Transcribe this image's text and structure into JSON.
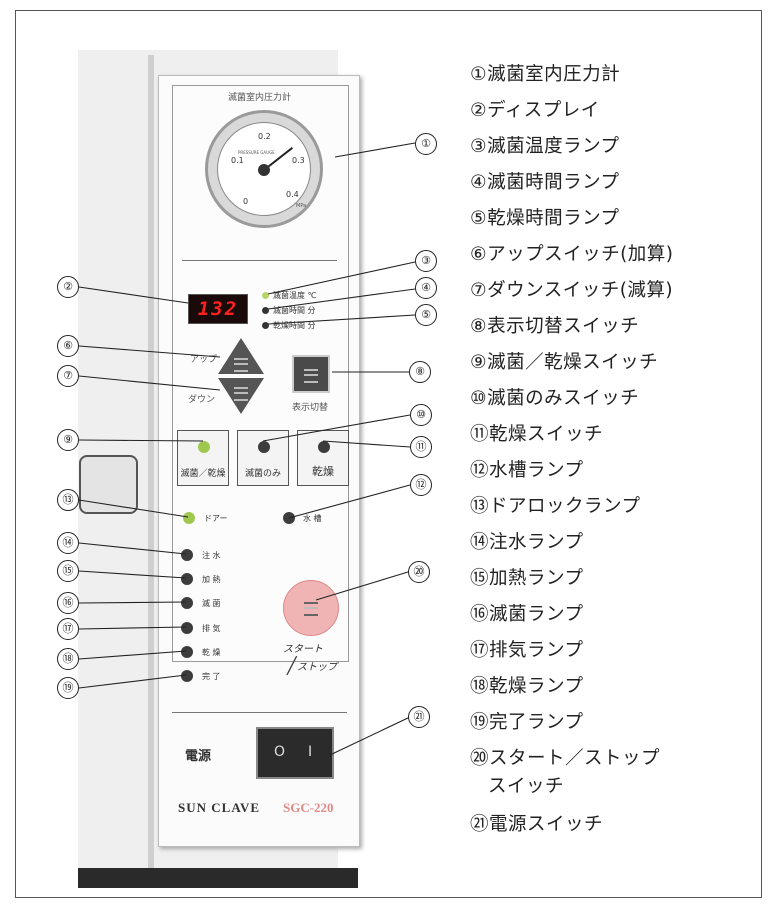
{
  "panel": {
    "gauge_title": "滅菌室内圧力計",
    "gauge_scale": [
      "0",
      "0.1",
      "0.2",
      "0.3",
      "0.4"
    ],
    "gauge_face_text": "PRESSURE GAUGE",
    "gauge_unit": "MPa",
    "display_value": "132",
    "indicator_labels": [
      "滅菌温度 ℃",
      "滅菌時間 分",
      "乾燥時間 分"
    ],
    "up_label": "アップ",
    "down_label": "ダウン",
    "display_switch_label": "表示切替",
    "buttons": [
      "滅菌／乾燥",
      "滅菌のみ",
      "乾燥"
    ],
    "door_label": "ドアー",
    "water_tank_label": "水 槽",
    "status_lamps": [
      "注 水",
      "加 熱",
      "滅 菌",
      "排 気",
      "乾 燥",
      "完 了"
    ],
    "start_stop_label_1": "スタート",
    "start_stop_label_2": "ストップ",
    "power_label": "電源",
    "power_switch_off": "O",
    "power_switch_on": "I",
    "brand": "SUN CLAVE",
    "model": "SGC-220"
  },
  "callouts": [
    "①",
    "②",
    "③",
    "④",
    "⑤",
    "⑥",
    "⑦",
    "⑧",
    "⑨",
    "⑩",
    "⑪",
    "⑫",
    "⑬",
    "⑭",
    "⑮",
    "⑯",
    "⑰",
    "⑱",
    "⑲",
    "⑳",
    "㉑"
  ],
  "legend": [
    "①滅菌室内圧力計",
    "②ディスプレイ",
    "③滅菌温度ランプ",
    "④滅菌時間ランプ",
    "⑤乾燥時間ランプ",
    "⑥アップスイッチ(加算)",
    "⑦ダウンスイッチ(減算)",
    "⑧表示切替スイッチ",
    "⑨滅菌／乾燥スイッチ",
    "⑩滅菌のみスイッチ",
    "⑪乾燥スイッチ",
    "⑫水槽ランプ",
    "⑬ドアロックランプ",
    "⑭注水ランプ",
    "⑮加熱ランプ",
    "⑯滅菌ランプ",
    "⑰排気ランプ",
    "⑱乾燥ランプ",
    "⑲完了ランプ",
    "⑳スタート／ストップ",
    "スイッチ",
    "㉑電源スイッチ"
  ]
}
